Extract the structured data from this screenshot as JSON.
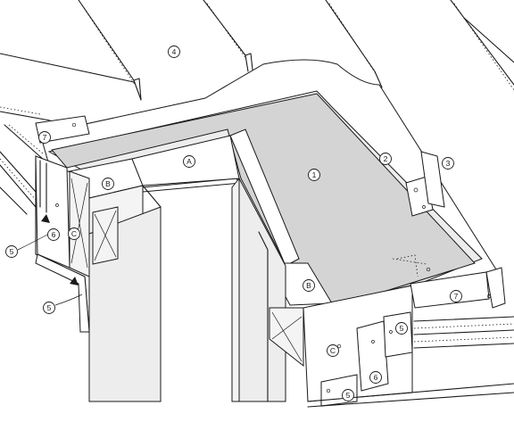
{
  "callouts": [
    {
      "id": "c1",
      "label": "1"
    },
    {
      "id": "c2",
      "label": "2"
    },
    {
      "id": "c3",
      "label": "3"
    },
    {
      "id": "c4",
      "label": "4"
    },
    {
      "id": "c5a",
      "label": "5"
    },
    {
      "id": "c5b",
      "label": "5"
    },
    {
      "id": "c5c",
      "label": "5"
    },
    {
      "id": "c5d",
      "label": "5"
    },
    {
      "id": "c6a",
      "label": "6"
    },
    {
      "id": "c6b",
      "label": "6"
    },
    {
      "id": "c7a",
      "label": "7"
    },
    {
      "id": "c7b",
      "label": "7"
    },
    {
      "id": "cA",
      "label": "A"
    },
    {
      "id": "cB1",
      "label": "B"
    },
    {
      "id": "cB2",
      "label": "B"
    },
    {
      "id": "cC1",
      "label": "C"
    },
    {
      "id": "cC2",
      "label": "C"
    }
  ]
}
